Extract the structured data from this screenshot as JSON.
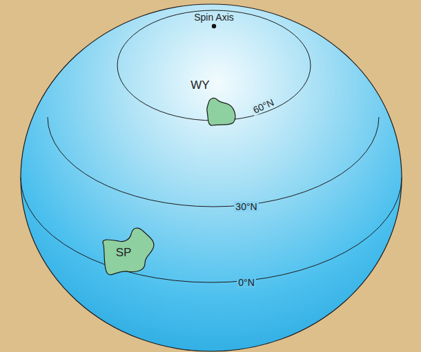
{
  "diagram": {
    "nodes": [
      {
        "text": [
          "WY"
        ]
      },
      {
        "text": [
          "SP"
        ]
      }
    ],
    "labels": [
      "Spin Axis",
      "60°N",
      "30°N",
      "0°N"
    ]
  }
}
